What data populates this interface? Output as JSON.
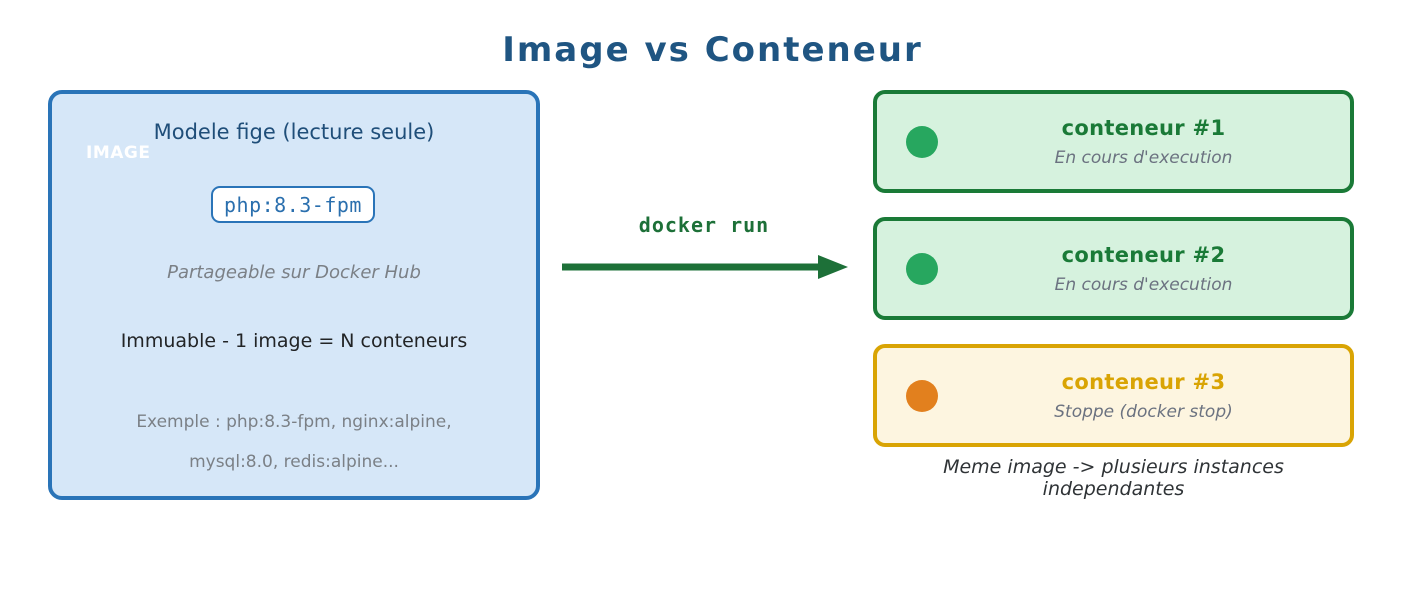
{
  "page": {
    "title": "Image  vs  Conteneur",
    "background_color": "#ffffff",
    "title_color": "#1f5582"
  },
  "image_panel": {
    "badge_label": "IMAGE",
    "heading": "Modele fige (lecture seule)",
    "tag": "php:8.3-fpm",
    "note": "Partageable sur Docker Hub",
    "statement": "Immuable - 1 image = N conteneurs",
    "example_line_1": "Exemple : php:8.3-fpm, nginx:alpine,",
    "example_line_2": "mysql:8.0, redis:alpine...",
    "colors": {
      "background": "#d6e7f8",
      "border": "#2a74b8",
      "heading_text": "#1f4e79",
      "tag_text": "#2a6fae",
      "muted_text": "#7b8086"
    }
  },
  "arrow": {
    "label": "docker run",
    "color": "#1d7038"
  },
  "containers": {
    "items": [
      {
        "title": "conteneur #1",
        "status": "En cours d'execution",
        "state": "running",
        "dot_color": "#27a75f",
        "background": "#d6f2de",
        "border": "#1a7a37"
      },
      {
        "title": "conteneur #2",
        "status": "En cours d'execution",
        "state": "running",
        "dot_color": "#27a75f",
        "background": "#d6f2de",
        "border": "#1a7a37"
      },
      {
        "title": "conteneur #3",
        "status": "Stoppe (docker stop)",
        "state": "stopped",
        "dot_color": "#e2801e",
        "background": "#fdf5e0",
        "border": "#d9a404"
      }
    ],
    "caption": "Meme image -> plusieurs instances independantes"
  }
}
